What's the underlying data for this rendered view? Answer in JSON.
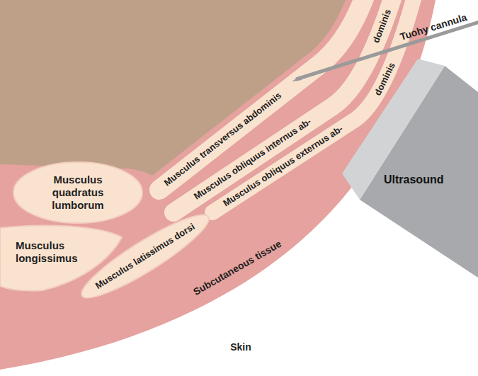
{
  "diagram": {
    "nodes": [
      {
        "text": [
          "Musculus quadratus lumborum"
        ]
      },
      {
        "text": [
          "Musculus longissimus"
        ]
      },
      {
        "text": [
          "Ultrasound"
        ]
      },
      {
        "text": [
          "Musculus latissimus dorsi"
        ]
      }
    ],
    "labels": [
      "Musculus transversus abdominis",
      "Musculus obliquus internus ab-",
      "dominis",
      "Musculus obliquus externus ab-",
      "dominis",
      "Tuohy cannula",
      "Subcutaneous tissue",
      "Skin"
    ]
  }
}
